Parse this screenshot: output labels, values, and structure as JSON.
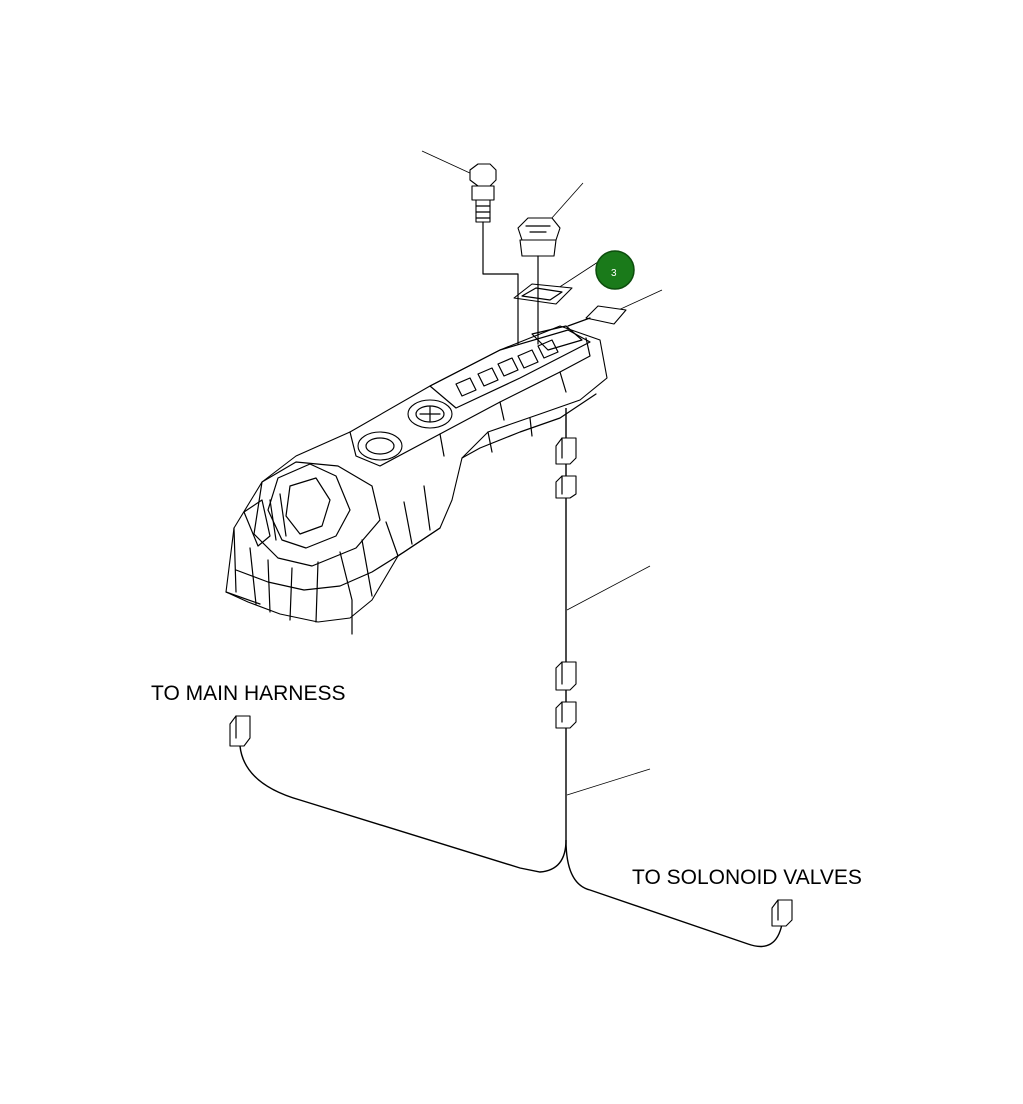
{
  "labels": {
    "main_harness": "TO MAIN HARNESS",
    "solenoid_valves": "TO SOLONOID VALVES"
  },
  "callout": {
    "number": "3",
    "color": "#1a7a1a"
  }
}
